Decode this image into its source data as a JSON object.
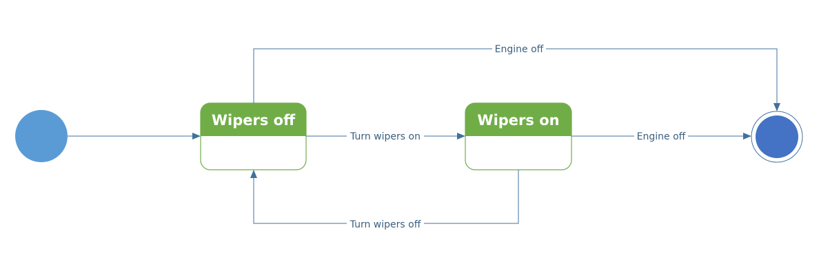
{
  "diagram": {
    "type": "state-machine",
    "initial_state": {
      "fill": "#5b9bd5"
    },
    "final_state": {
      "fill": "#4472c4",
      "ring": "#41719c"
    },
    "states": [
      {
        "id": "wipers_off",
        "title": "Wipers off",
        "header_color": "#70ad47",
        "border_color": "#70ad47"
      },
      {
        "id": "wipers_on",
        "title": "Wipers on",
        "header_color": "#70ad47",
        "border_color": "#70ad47"
      }
    ],
    "transitions": [
      {
        "from": "initial",
        "to": "wipers_off",
        "label": ""
      },
      {
        "from": "wipers_off",
        "to": "wipers_on",
        "label": "Turn wipers on"
      },
      {
        "from": "wipers_on",
        "to": "wipers_off",
        "label": "Turn wipers off"
      },
      {
        "from": "wipers_on",
        "to": "final",
        "label": "Engine off"
      },
      {
        "from": "wipers_off",
        "to": "final",
        "label": "Engine off"
      }
    ],
    "edge_color": "#41719c",
    "label_color": "#3b5f7f"
  }
}
